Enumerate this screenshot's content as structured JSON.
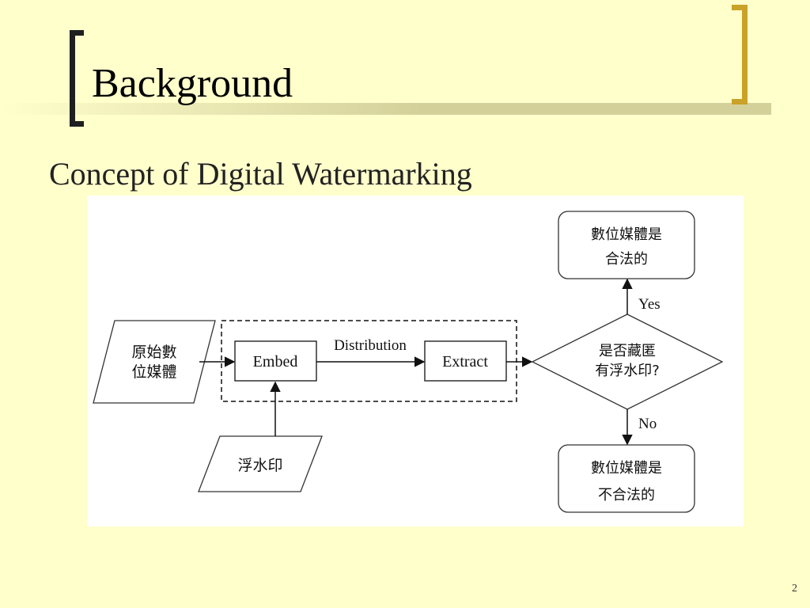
{
  "slide": {
    "title": "Background",
    "subtitle": "Concept of Digital Watermarking",
    "page_number": "2"
  },
  "diagram": {
    "original_media": [
      "原始數",
      "位媒體"
    ],
    "watermark": "浮水印",
    "embed": "Embed",
    "distribution": "Distribution",
    "extract": "Extract",
    "decision": [
      "是否藏匿",
      "有浮水印?"
    ],
    "yes_label": "Yes",
    "no_label": "No",
    "legal_result": [
      "數位媒體是",
      "合法的"
    ],
    "illegal_result": [
      "數位媒體是",
      "不合法的"
    ]
  }
}
